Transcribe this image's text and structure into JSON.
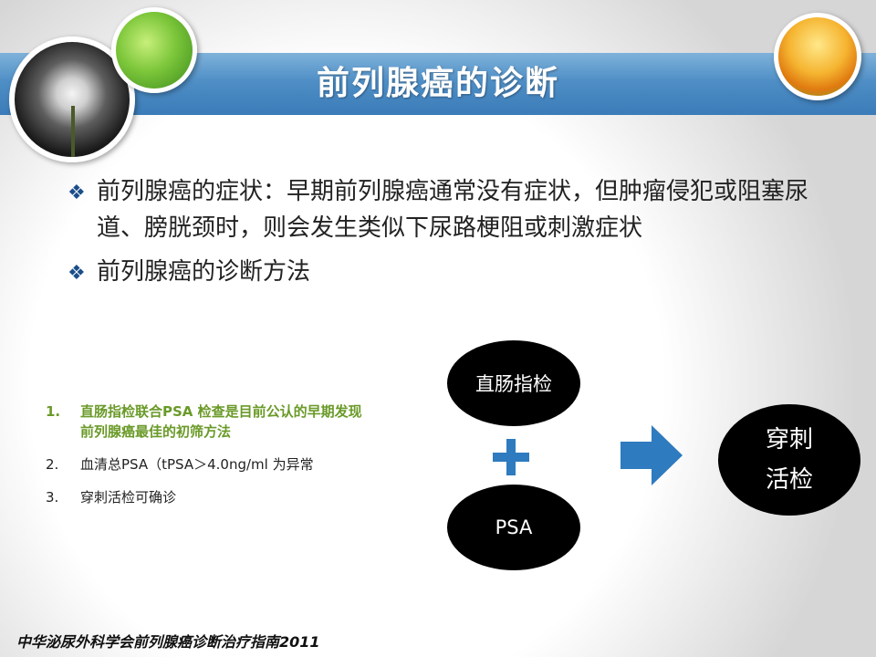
{
  "title": "前列腺癌的诊断",
  "bullets": [
    "前列腺癌的症状：早期前列腺癌通常没有症状，但肿瘤侵犯或阻塞尿道、膀胱颈时，则会发生类似下尿路梗阻或刺激症状",
    "前列腺癌的诊断方法"
  ],
  "numbered_list": [
    {
      "num": "1.",
      "text": "直肠指检联合PSA 检查是目前公认的早期发现前列腺癌最佳的初筛方法"
    },
    {
      "num": "2.",
      "text": "血清总PSA（tPSA＞4.0ng/ml 为异常"
    },
    {
      "num": "3.",
      "text": "穿刺活检可确诊"
    }
  ],
  "diagram": {
    "node_dre": "直肠指检",
    "node_psa": "PSA",
    "node_biopsy_line1": "穿刺",
    "node_biopsy_line2": "活检",
    "accent_color": "#2e7bbf"
  },
  "footer": "中华泌尿外科学会前列腺癌诊断治疗指南2011",
  "colors": {
    "title_bar": "#4f8fc6",
    "highlight_text": "#6a9a28"
  }
}
